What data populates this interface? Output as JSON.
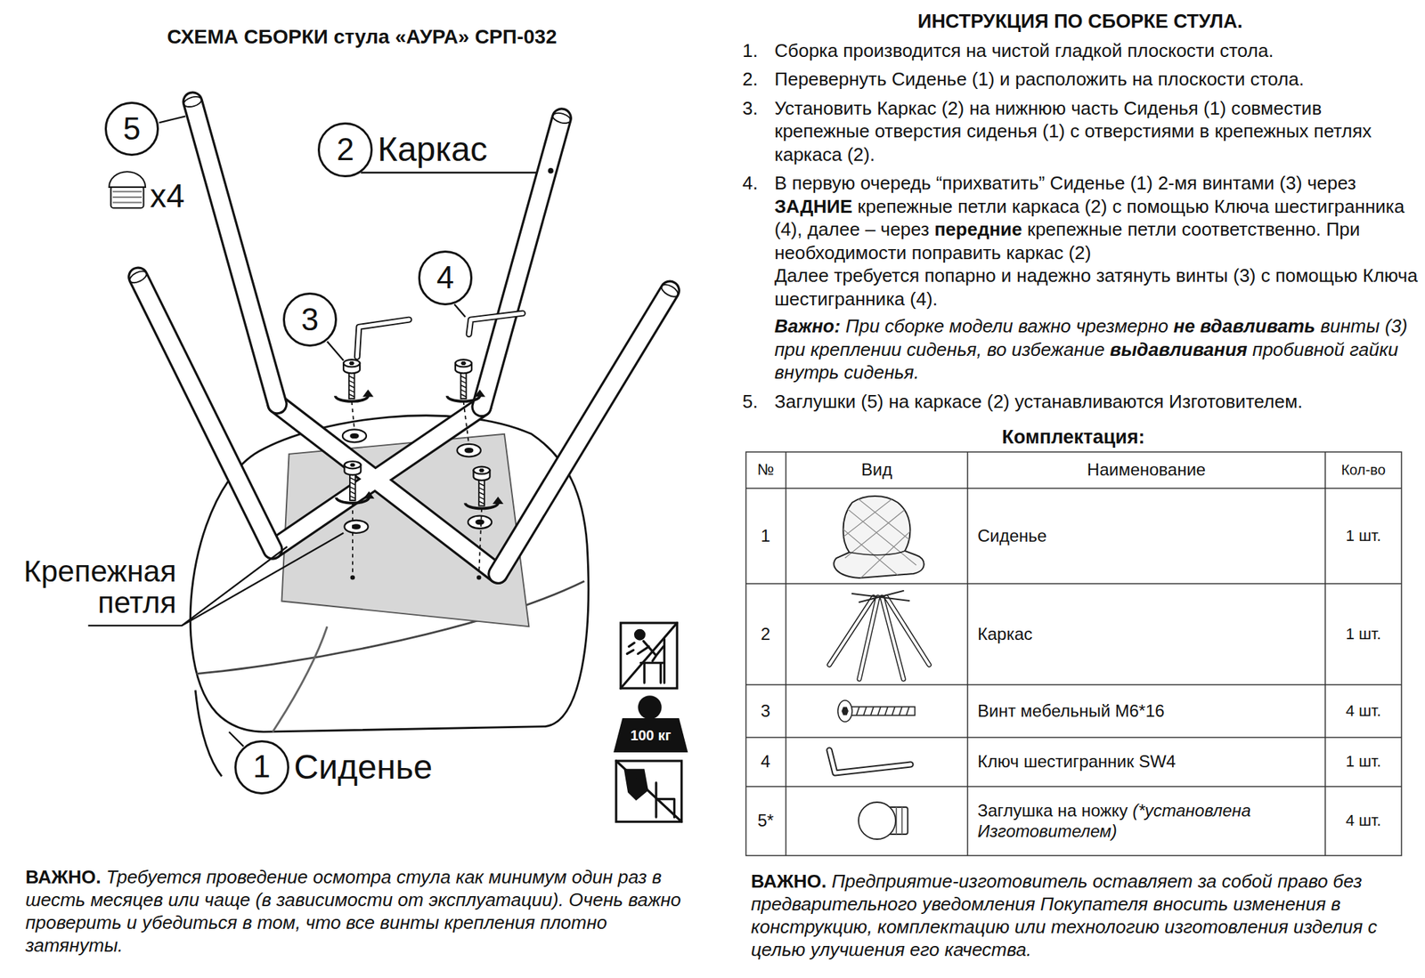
{
  "diagram": {
    "title": "СХЕМА СБОРКИ стула «АУРА» СРП-032",
    "nodes": [
      {
        "text": [
          "5"
        ]
      },
      {
        "text": [
          "2",
          "Каркас"
        ]
      },
      {
        "text": [
          "4"
        ]
      },
      {
        "text": [
          "3"
        ]
      },
      {
        "text": [
          "100 кг"
        ]
      },
      {
        "text": [
          "1",
          "Сиденье"
        ]
      }
    ],
    "labels": [
      "x4",
      "Крепежная петля",
      "ВАЖНО.",
      "Требуется проведение осмотра стула как минимум один раз в шесть месяцев или чаще (в зависимости от эксплуатации). Очень важно проверить и убедиться в том, что все винты крепления плотно затянуты.",
      "ИНСТРУКЦИЯ ПО СБОРКЕ СТУЛА.",
      "1.",
      "Сборка производится на чистой гладкой плоскости стола.",
      "2.",
      "Перевернуть Сиденье (1) и расположить на плоскости стола.",
      "3.",
      "Установить Каркас (2) на нижнюю часть Сиденья (1) совместив крепежные отверстия сиденья (1) с отверстиями в крепежных петлях каркаса (2).",
      "4.",
      "В первую очередь “прихватить” Сиденье (1) 2-мя винтами (3) через",
      "ЗАДНИЕ",
      "крепежные петли каркаса (2) с помощью Ключа шестигранника (4), далее – через",
      "передние",
      "крепежные петли соответственно. При необходимости поправить каркас (2)",
      "Далее требуется попарно и надежно затянуть винты (3) с помощью Ключа шестигранника (4).",
      "Важно:",
      "При сборке модели важно чрезмерно",
      "не вдавливать",
      "винты (3) при креплении сиденья, во избежание",
      "выдавливания",
      "пробивной гайки внутрь сиденья.",
      "5.",
      "Заглушки (5) на каркасе (2) устанавливаются Изготовителем.",
      "Комплектация:",
      "№",
      "Вид",
      "Наименование",
      "Кол-во",
      "1",
      "Сиденье",
      "1 шт.",
      "2",
      "Каркас",
      "1 шт.",
      "3",
      "Винт мебельный М6*16",
      "4 шт.",
      "4",
      "Ключ шестигранник SW4",
      "1 шт.",
      "5*",
      "Заглушка на ножку",
      "(*установлена Изготовителем)",
      "4 шт.",
      "ВАЖНО.",
      "Предприятие-изготовитель оставляет за собой право без предварительного уведомления Покупателя вносить изменения в конструкцию, комплектацию или технологию изготовления изделия с целью улучшения его качества."
    ]
  }
}
